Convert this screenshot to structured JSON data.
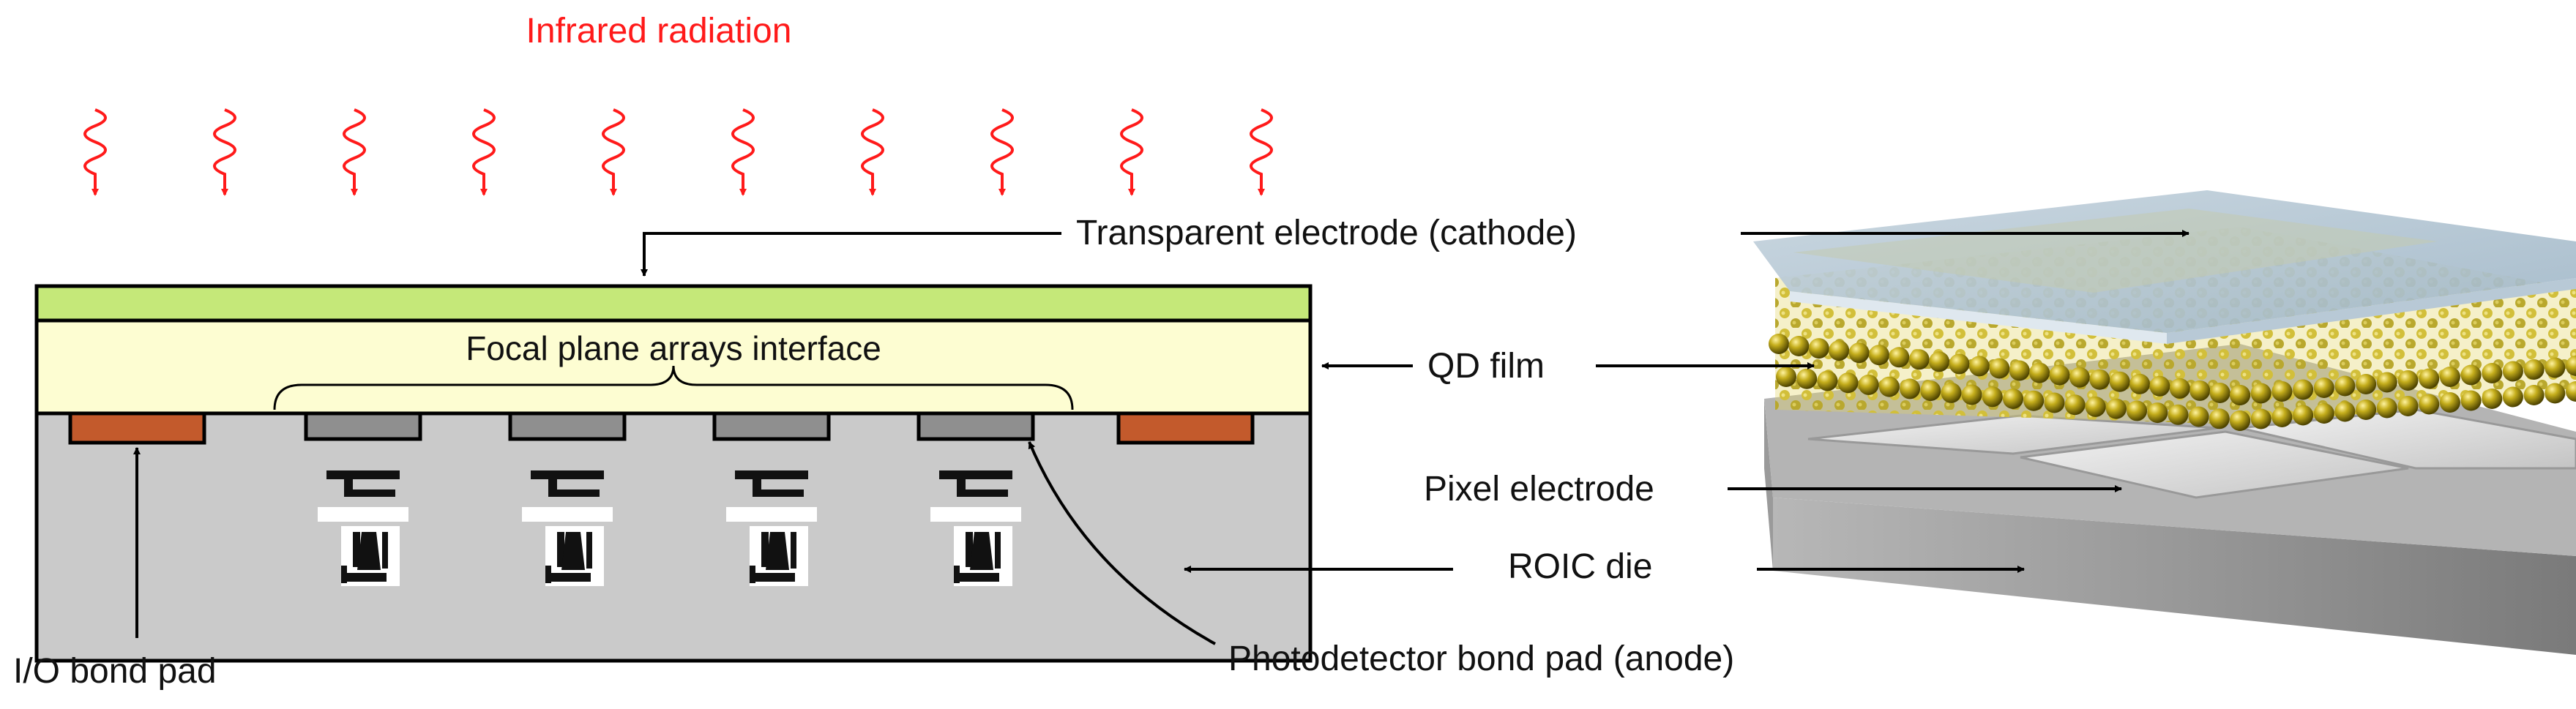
{
  "labels": {
    "infrared": "Infrared radiation",
    "transparent_electrode": "Transparent electrode (cathode)",
    "qd_film": "QD film",
    "focal_plane": "Focal plane arrays interface",
    "pixel_electrode": "Pixel electrode",
    "roic_die": "ROIC die",
    "io_bond_pad": "I/O bond pad",
    "photodetector_pad": "Photodetector bond pad (anode)"
  },
  "colors": {
    "radiation": "#ff1a1a",
    "top_electrode": "#c5e879",
    "qd_layer": "#fdfdd2",
    "roic": "#cacaca",
    "io_pad": "#c35a2c",
    "pixel_pad": "#8f8f8f",
    "quantum_dot": "#b9a51c"
  },
  "radiation_ray_count": 10,
  "pixel_circuit_count": 4
}
